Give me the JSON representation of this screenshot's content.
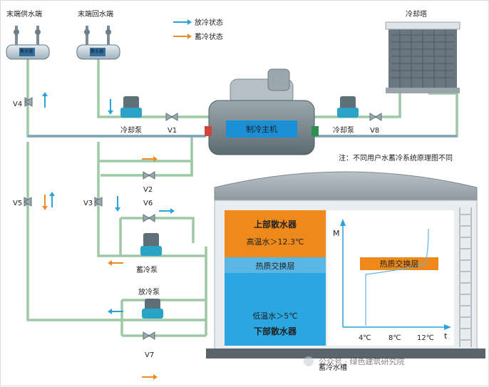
{
  "legend": {
    "release_label": "放冷状态",
    "storage_label": "蓄冷状态",
    "release_color": "#29a3d9",
    "storage_color": "#f08a24"
  },
  "labels": {
    "supply_end": "末端供水端",
    "return_end": "末端回水端",
    "collector_left": "集水器",
    "collector_right": "集水器",
    "cooling_tower": "冷却塔",
    "chiller": "制冷主机",
    "pump_left": "冷却泵",
    "pump_right": "冷却泵",
    "storage_pump": "蓄冷泵",
    "release_pump": "放冷泵",
    "tank": "蓄冷水槽",
    "note": "注：不同用户水蓄冷系统原理图不同"
  },
  "valves": {
    "v1": "V1",
    "v2": "V2",
    "v3": "V3",
    "v4": "V4",
    "v5": "V5",
    "v6": "V6",
    "v7": "V7",
    "v8": "V8"
  },
  "tank_zones": {
    "upper_title": "上部散水器",
    "upper_sub": "高温水＞12.3℃",
    "middle": "热质交换层",
    "lower_sub": "低温水＞5℃",
    "lower_title": "下部散水器"
  },
  "graph": {
    "y_axis": "M",
    "x_axis": "t",
    "tick_4": "4℃",
    "tick_8": "8℃",
    "tick_12": "12℃",
    "band_label": "热质交换层"
  },
  "watermark": "公众号 · 绿色建筑研究院"
}
